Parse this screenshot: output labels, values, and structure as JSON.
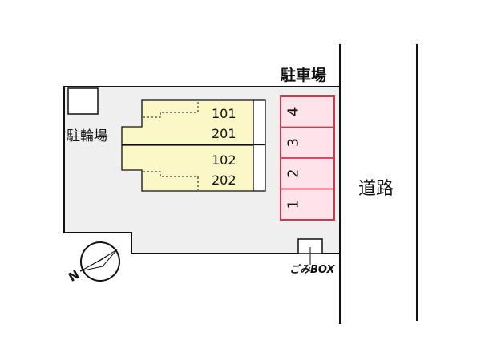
{
  "labels": {
    "parking": "駐車場",
    "bicycle_parking": "駐輪場",
    "road": "道路",
    "garbage_box": "ごみBOX",
    "north": "N"
  },
  "units": {
    "upper_left": "101",
    "upper_right": "201",
    "lower_left": "102",
    "lower_right": "202"
  },
  "parking_spaces": [
    "4",
    "3",
    "2",
    "1"
  ],
  "colors": {
    "lot_fill": "#efefef",
    "building_fill": "#fbf7c6",
    "parking_fill": "#fde3ea",
    "parking_stroke": "#d5354d",
    "line": "#111111"
  }
}
